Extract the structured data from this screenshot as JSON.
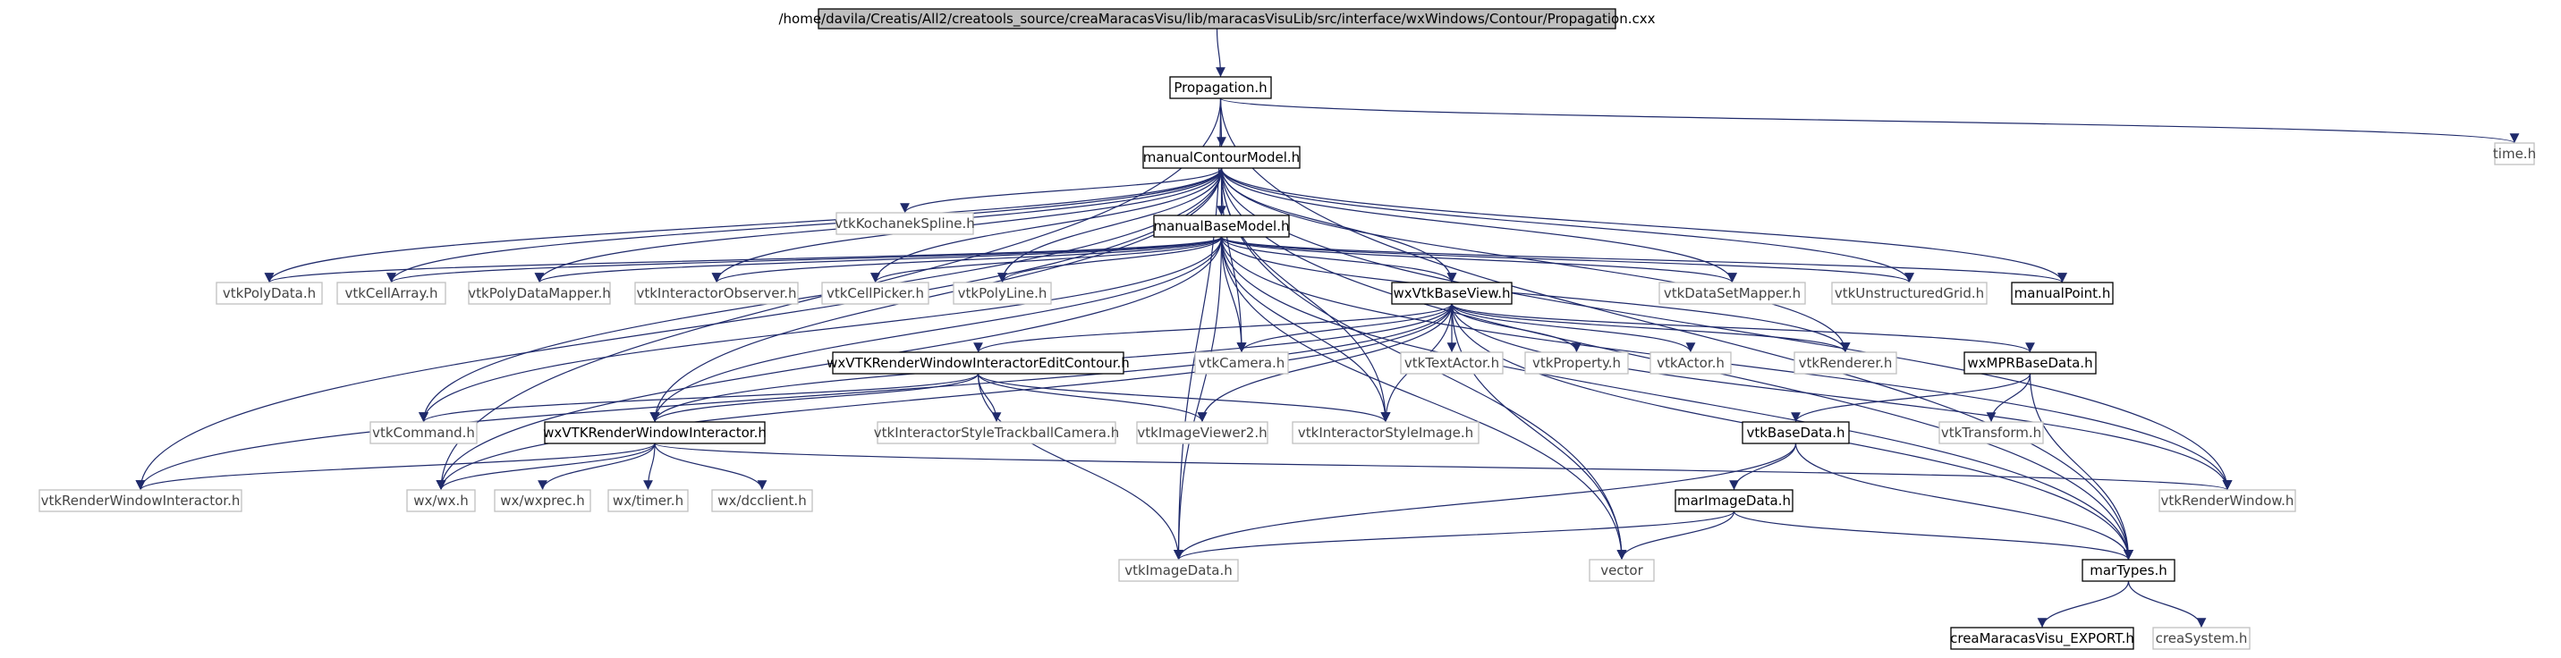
{
  "graph": {
    "title": "/home/davila/Creatis/All2/creatools_source/creaMaracasVisu/lib/maracasVisuLib/src/interface/wxWindows/Contour/Propagation.cxx",
    "nodes": [
      {
        "id": "root",
        "label": "/home/davila/Creatis/All2/creatools_source/creaMaracasVisu/lib/maracasVisuLib/src/interface/wxWindows/Contour/Propagation.cxx",
        "kind": "main"
      },
      {
        "id": "propagation_h",
        "label": "Propagation.h",
        "kind": "local"
      },
      {
        "id": "time_h",
        "label": "time.h",
        "kind": "external"
      },
      {
        "id": "manualcontourmodel_h",
        "label": "manualContourModel.h",
        "kind": "local"
      },
      {
        "id": "vtkkochanekspline_h",
        "label": "vtkKochanekSpline.h",
        "kind": "external"
      },
      {
        "id": "manualbasemodel_h",
        "label": "manualBaseModel.h",
        "kind": "local"
      },
      {
        "id": "vtkpolydata_h",
        "label": "vtkPolyData.h",
        "kind": "external"
      },
      {
        "id": "vtkcellarray_h",
        "label": "vtkCellArray.h",
        "kind": "external"
      },
      {
        "id": "vtkpolydatamapper_h",
        "label": "vtkPolyDataMapper.h",
        "kind": "external"
      },
      {
        "id": "vtkinteractorobserver_h",
        "label": "vtkInteractorObserver.h",
        "kind": "external"
      },
      {
        "id": "vtkcellpicker_h",
        "label": "vtkCellPicker.h",
        "kind": "external"
      },
      {
        "id": "vtkpolyline_h",
        "label": "vtkPolyLine.h",
        "kind": "external"
      },
      {
        "id": "wxvtkbaseview_h",
        "label": "wxVtkBaseView.h",
        "kind": "local"
      },
      {
        "id": "vtkdatasetmapper_h",
        "label": "vtkDataSetMapper.h",
        "kind": "external"
      },
      {
        "id": "vtkunstructuredgrid_h",
        "label": "vtkUnstructuredGrid.h",
        "kind": "external"
      },
      {
        "id": "manualpoint_h",
        "label": "manualPoint.h",
        "kind": "local"
      },
      {
        "id": "wxvtkrenderwindowinteractoreditcontour_h",
        "label": "wxVTKRenderWindowInteractorEditContour.h",
        "kind": "local"
      },
      {
        "id": "vtkcamera_h",
        "label": "vtkCamera.h",
        "kind": "external"
      },
      {
        "id": "vtktextactor_h",
        "label": "vtkTextActor.h",
        "kind": "external"
      },
      {
        "id": "vtkproperty_h",
        "label": "vtkProperty.h",
        "kind": "external"
      },
      {
        "id": "vtkactor_h",
        "label": "vtkActor.h",
        "kind": "external"
      },
      {
        "id": "vtkrenderer_h",
        "label": "vtkRenderer.h",
        "kind": "external"
      },
      {
        "id": "wxmprbasedata_h",
        "label": "wxMPRBaseData.h",
        "kind": "local"
      },
      {
        "id": "vtkcommand_h",
        "label": "vtkCommand.h",
        "kind": "external"
      },
      {
        "id": "wxvtkrenderwindowinteractor_h",
        "label": "wxVTKRenderWindowInteractor.h",
        "kind": "local"
      },
      {
        "id": "vtkinteractorstyletrackballcamera_h",
        "label": "vtkInteractorStyleTrackballCamera.h",
        "kind": "external"
      },
      {
        "id": "vtkimageviewer2_h",
        "label": "vtkImageViewer2.h",
        "kind": "external"
      },
      {
        "id": "vtkinteractorstyleimage_h",
        "label": "vtkInteractorStyleImage.h",
        "kind": "external"
      },
      {
        "id": "vtkbasedata_h",
        "label": "vtkBaseData.h",
        "kind": "local"
      },
      {
        "id": "vtktransform_h",
        "label": "vtkTransform.h",
        "kind": "external"
      },
      {
        "id": "vtkrenderwindowinteractor_h",
        "label": "vtkRenderWindowInteractor.h",
        "kind": "external"
      },
      {
        "id": "wx_wx_h",
        "label": "wx/wx.h",
        "kind": "external"
      },
      {
        "id": "wx_wxprec_h",
        "label": "wx/wxprec.h",
        "kind": "external"
      },
      {
        "id": "wx_timer_h",
        "label": "wx/timer.h",
        "kind": "external"
      },
      {
        "id": "wx_dcclient_h",
        "label": "wx/dcclient.h",
        "kind": "external"
      },
      {
        "id": "vtkrenderwindow_h",
        "label": "vtkRenderWindow.h",
        "kind": "external"
      },
      {
        "id": "marimagedata_h",
        "label": "marImageData.h",
        "kind": "local"
      },
      {
        "id": "vtkimagedata_h",
        "label": "vtkImageData.h",
        "kind": "external"
      },
      {
        "id": "vector",
        "label": "vector",
        "kind": "external"
      },
      {
        "id": "martypes_h",
        "label": "marTypes.h",
        "kind": "local"
      },
      {
        "id": "creamaracasvisu_export_h",
        "label": "creaMaracasVisu_EXPORT.h",
        "kind": "local"
      },
      {
        "id": "creasystem_h",
        "label": "creaSystem.h",
        "kind": "external"
      }
    ],
    "edges": [
      [
        "root",
        "propagation_h"
      ],
      [
        "propagation_h",
        "manualcontourmodel_h"
      ],
      [
        "propagation_h",
        "time_h"
      ],
      [
        "propagation_h",
        "vtkimagedata_h"
      ],
      [
        "propagation_h",
        "wx_wx_h"
      ],
      [
        "propagation_h",
        "martypes_h"
      ],
      [
        "manualcontourmodel_h",
        "vtkkochanekspline_h"
      ],
      [
        "manualcontourmodel_h",
        "manualbasemodel_h"
      ],
      [
        "manualcontourmodel_h",
        "vtkpolydata_h"
      ],
      [
        "manualcontourmodel_h",
        "vtkcellarray_h"
      ],
      [
        "manualcontourmodel_h",
        "vtkpolydatamapper_h"
      ],
      [
        "manualcontourmodel_h",
        "vtkinteractorobserver_h"
      ],
      [
        "manualcontourmodel_h",
        "vtkcellpicker_h"
      ],
      [
        "manualcontourmodel_h",
        "vtkpolyline_h"
      ],
      [
        "manualcontourmodel_h",
        "wxvtkbaseview_h"
      ],
      [
        "manualcontourmodel_h",
        "vtkdatasetmapper_h"
      ],
      [
        "manualcontourmodel_h",
        "vtkunstructuredgrid_h"
      ],
      [
        "manualcontourmodel_h",
        "manualpoint_h"
      ],
      [
        "manualcontourmodel_h",
        "vtkcamera_h"
      ],
      [
        "manualcontourmodel_h",
        "vtkrenderer_h"
      ],
      [
        "manualcontourmodel_h",
        "vtkcommand_h"
      ],
      [
        "manualcontourmodel_h",
        "wxvtkrenderwindowinteractor_h"
      ],
      [
        "manualcontourmodel_h",
        "vtkrenderwindowinteractor_h"
      ],
      [
        "manualcontourmodel_h",
        "vtkrenderwindow_h"
      ],
      [
        "manualcontourmodel_h",
        "vtkinteractorstyleimage_h"
      ],
      [
        "manualcontourmodel_h",
        "vector"
      ],
      [
        "manualcontourmodel_h",
        "martypes_h"
      ],
      [
        "manualbasemodel_h",
        "vtkpolydata_h"
      ],
      [
        "manualbasemodel_h",
        "vtkcellarray_h"
      ],
      [
        "manualbasemodel_h",
        "vtkpolydatamapper_h"
      ],
      [
        "manualbasemodel_h",
        "vtkinteractorobserver_h"
      ],
      [
        "manualbasemodel_h",
        "vtkcellpicker_h"
      ],
      [
        "manualbasemodel_h",
        "vtkpolyline_h"
      ],
      [
        "manualbasemodel_h",
        "wxvtkbaseview_h"
      ],
      [
        "manualbasemodel_h",
        "vtkdatasetmapper_h"
      ],
      [
        "manualbasemodel_h",
        "vtkunstructuredgrid_h"
      ],
      [
        "manualbasemodel_h",
        "manualpoint_h"
      ],
      [
        "manualbasemodel_h",
        "vtkcamera_h"
      ],
      [
        "manualbasemodel_h",
        "vtkrenderer_h"
      ],
      [
        "manualbasemodel_h",
        "vtkcommand_h"
      ],
      [
        "manualbasemodel_h",
        "wxvtkrenderwindowinteractor_h"
      ],
      [
        "manualbasemodel_h",
        "vtkinteractorstyleimage_h"
      ],
      [
        "manualbasemodel_h",
        "vtkrenderwindow_h"
      ],
      [
        "manualbasemodel_h",
        "vtkimagedata_h"
      ],
      [
        "manualbasemodel_h",
        "vector"
      ],
      [
        "manualbasemodel_h",
        "martypes_h"
      ],
      [
        "manualbasemodel_h",
        "wx_wx_h"
      ],
      [
        "wxvtkbaseview_h",
        "wxvtkrenderwindowinteractoreditcontour_h"
      ],
      [
        "wxvtkbaseview_h",
        "vtkcamera_h"
      ],
      [
        "wxvtkbaseview_h",
        "vtktextactor_h"
      ],
      [
        "wxvtkbaseview_h",
        "vtkproperty_h"
      ],
      [
        "wxvtkbaseview_h",
        "vtkactor_h"
      ],
      [
        "wxvtkbaseview_h",
        "vtkrenderer_h"
      ],
      [
        "wxvtkbaseview_h",
        "wxmprbasedata_h"
      ],
      [
        "wxvtkbaseview_h",
        "vtkimageviewer2_h"
      ],
      [
        "wxvtkbaseview_h",
        "vtkinteractorstyleimage_h"
      ],
      [
        "wxvtkbaseview_h",
        "wxvtkrenderwindowinteractor_h"
      ],
      [
        "wxvtkbaseview_h",
        "vtkrenderwindowinteractor_h"
      ],
      [
        "wxvtkbaseview_h",
        "wx_wx_h"
      ],
      [
        "wxvtkbaseview_h",
        "vtkrenderwindow_h"
      ],
      [
        "wxvtkbaseview_h",
        "vector"
      ],
      [
        "wxvtkbaseview_h",
        "martypes_h"
      ],
      [
        "wxvtkrenderwindowinteractoreditcontour_h",
        "vtkcommand_h"
      ],
      [
        "wxvtkrenderwindowinteractoreditcontour_h",
        "wxvtkrenderwindowinteractor_h"
      ],
      [
        "wxvtkrenderwindowinteractoreditcontour_h",
        "vtkinteractorstyletrackballcamera_h"
      ],
      [
        "wxvtkrenderwindowinteractoreditcontour_h",
        "vtkimageviewer2_h"
      ],
      [
        "wxvtkrenderwindowinteractoreditcontour_h",
        "vtkinteractorstyleimage_h"
      ],
      [
        "wxvtkrenderwindowinteractoreditcontour_h",
        "vtkimagedata_h"
      ],
      [
        "wxvtkrenderwindowinteractor_h",
        "vtkrenderwindowinteractor_h"
      ],
      [
        "wxvtkrenderwindowinteractor_h",
        "wx_wx_h"
      ],
      [
        "wxvtkrenderwindowinteractor_h",
        "wx_wxprec_h"
      ],
      [
        "wxvtkrenderwindowinteractor_h",
        "wx_timer_h"
      ],
      [
        "wxvtkrenderwindowinteractor_h",
        "wx_dcclient_h"
      ],
      [
        "wxvtkrenderwindowinteractor_h",
        "vtkrenderwindow_h"
      ],
      [
        "wxmprbasedata_h",
        "vtktransform_h"
      ],
      [
        "wxmprbasedata_h",
        "vtkbasedata_h"
      ],
      [
        "wxmprbasedata_h",
        "martypes_h"
      ],
      [
        "vtkbasedata_h",
        "marimagedata_h"
      ],
      [
        "vtkbasedata_h",
        "vtkimagedata_h"
      ],
      [
        "vtkbasedata_h",
        "martypes_h"
      ],
      [
        "marimagedata_h",
        "vtkimagedata_h"
      ],
      [
        "marimagedata_h",
        "vector"
      ],
      [
        "marimagedata_h",
        "martypes_h"
      ],
      [
        "martypes_h",
        "creamaracasvisu_export_h"
      ],
      [
        "martypes_h",
        "creasystem_h"
      ]
    ]
  }
}
